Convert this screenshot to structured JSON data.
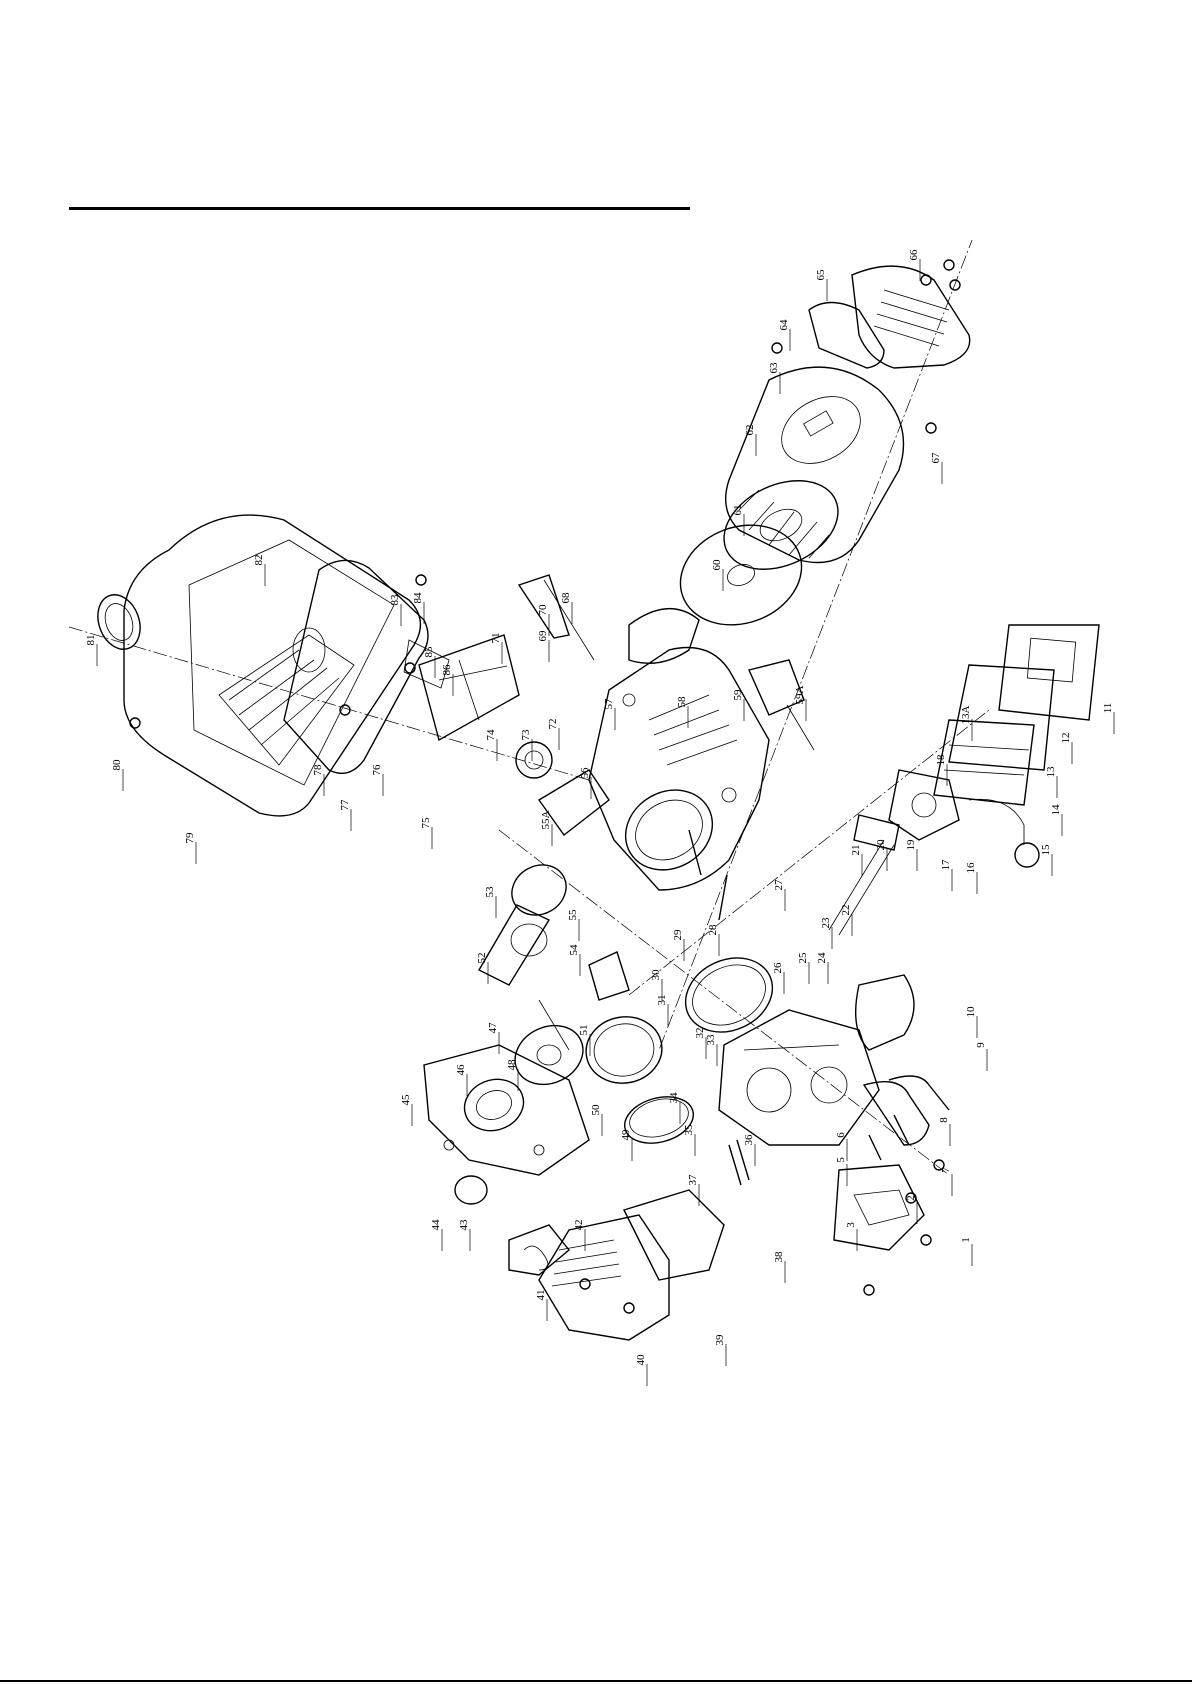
{
  "diagram": {
    "part_labels": [
      "1",
      "2",
      "3",
      "5",
      "6",
      "7",
      "8",
      "9",
      "10",
      "11",
      "12",
      "13",
      "13A",
      "14",
      "15",
      "16",
      "17",
      "18",
      "19",
      "20",
      "21",
      "22",
      "23",
      "24",
      "25",
      "26",
      "27",
      "28",
      "29",
      "30",
      "31",
      "32",
      "33",
      "34",
      "35",
      "36",
      "37",
      "38",
      "39",
      "40",
      "41",
      "42",
      "43",
      "44",
      "45",
      "46",
      "47",
      "48",
      "49",
      "50",
      "51",
      "52",
      "53",
      "54",
      "55",
      "55A",
      "56",
      "57",
      "58",
      "59",
      "59A",
      "60",
      "61",
      "62",
      "63",
      "64",
      "65",
      "66",
      "67",
      "68",
      "69",
      "70",
      "71",
      "72",
      "73",
      "74",
      "75",
      "76",
      "77",
      "78",
      "79",
      "80",
      "81",
      "82",
      "83",
      "84",
      "85",
      "86"
    ]
  }
}
